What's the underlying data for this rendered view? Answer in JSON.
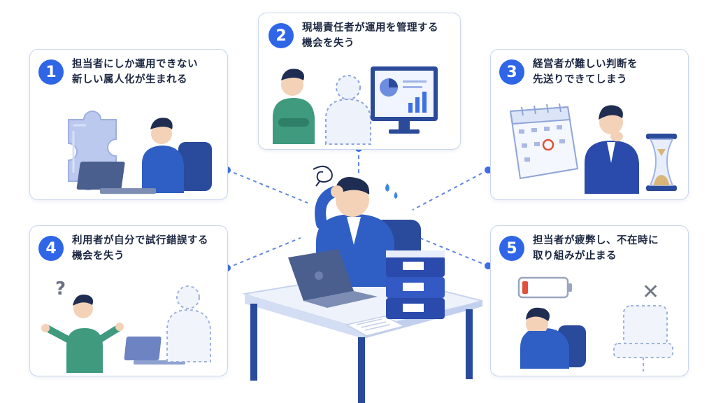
{
  "cards": [
    {
      "number": "1",
      "line1": "担当者にしか運用できない",
      "line2": "新しい属人化が生まれる"
    },
    {
      "number": "2",
      "line1": "現場責任者が運用を管理する",
      "line2": "機会を失う"
    },
    {
      "number": "3",
      "line1": "経営者が難しい判断を",
      "line2": "先送りできてしまう"
    },
    {
      "number": "4",
      "line1": "利用者が自分で試行錯誤する",
      "line2": "機会を失う"
    },
    {
      "number": "5",
      "line1": "担当者が疲弊し、不在時に",
      "line2": "取り組みが止まる"
    }
  ],
  "icons": {
    "question": "?",
    "close": "✕"
  },
  "colors": {
    "accent": "#2f66e8",
    "navy": "#24448f",
    "teal": "#3f9a7e",
    "border": "#c9d6ee",
    "battery_low": "#e0503a",
    "calendar_mark": "#e0503a"
  }
}
